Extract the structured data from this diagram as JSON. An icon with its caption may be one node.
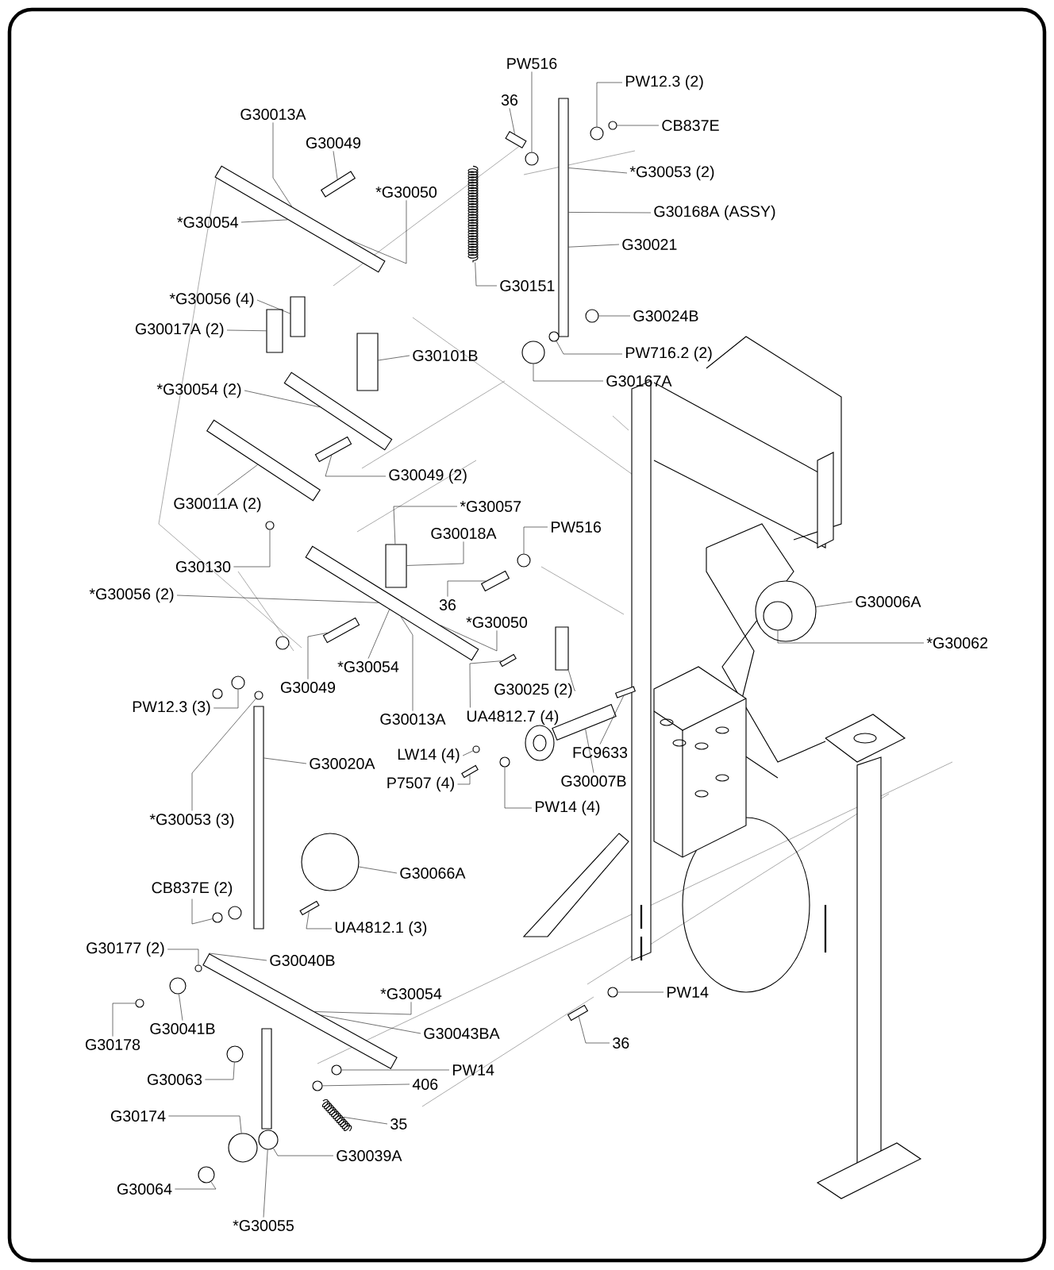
{
  "diagram": {
    "nodes": [
      {
        "text": [
          "PW516"
        ]
      },
      {
        "text": [
          "36"
        ]
      },
      {
        "text": [
          "PW12.3 (2)"
        ]
      },
      {
        "text": [
          "CB837E"
        ]
      },
      {
        "text": [
          "*G30053 (2)"
        ]
      },
      {
        "text": [
          "G30168A (ASSY)"
        ]
      },
      {
        "text": [
          "G30021"
        ]
      },
      {
        "text": [
          "G30151"
        ]
      },
      {
        "text": [
          "G30024B"
        ]
      },
      {
        "text": [
          "PW716.2 (2)"
        ]
      },
      {
        "text": [
          "G30167A"
        ]
      },
      {
        "text": [
          "G30013A"
        ]
      },
      {
        "text": [
          "G30049"
        ]
      },
      {
        "text": [
          "*G30050"
        ]
      },
      {
        "text": [
          "*G30054"
        ]
      },
      {
        "text": [
          "*G30056 (4)"
        ]
      },
      {
        "text": [
          "G30017A (2)"
        ]
      },
      {
        "text": [
          "G30101B"
        ]
      },
      {
        "text": [
          "*G30054 (2)"
        ]
      },
      {
        "text": [
          "G30049 (2)"
        ]
      },
      {
        "text": [
          "G30011A (2)"
        ]
      },
      {
        "text": [
          "*G30057"
        ]
      },
      {
        "text": [
          "G30018A"
        ]
      },
      {
        "text": [
          "G30130"
        ]
      },
      {
        "text": [
          "*G30056 (2)"
        ]
      },
      {
        "text": [
          "36"
        ]
      },
      {
        "text": [
          "PW516"
        ]
      },
      {
        "text": [
          "*G30050"
        ]
      },
      {
        "text": [
          "G30049"
        ]
      },
      {
        "text": [
          "*G30054"
        ]
      },
      {
        "text": [
          "G30013A"
        ]
      },
      {
        "text": [
          "G30025 (2)"
        ]
      },
      {
        "text": [
          "UA4812.7 (4)"
        ]
      },
      {
        "text": [
          "PW12.3 (3)"
        ]
      },
      {
        "text": [
          "G30020A"
        ]
      },
      {
        "text": [
          "*G30053 (3)"
        ]
      },
      {
        "text": [
          "LW14 (4)"
        ]
      },
      {
        "text": [
          "P7507 (4)"
        ]
      },
      {
        "text": [
          "FC9633"
        ]
      },
      {
        "text": [
          "G30007B"
        ]
      },
      {
        "text": [
          "PW14 (4)"
        ]
      },
      {
        "text": [
          "G30006A"
        ]
      },
      {
        "text": [
          "*G30062"
        ]
      },
      {
        "text": [
          "G30066A"
        ]
      },
      {
        "text": [
          "CB837E (2)"
        ]
      },
      {
        "text": [
          "UA4812.1 (3)"
        ]
      },
      {
        "text": [
          "G30177 (2)"
        ]
      },
      {
        "text": [
          "G30040B"
        ]
      },
      {
        "text": [
          "*G30054"
        ]
      },
      {
        "text": [
          "G30041B"
        ]
      },
      {
        "text": [
          "G30178"
        ]
      },
      {
        "text": [
          "G30043BA"
        ]
      },
      {
        "text": [
          "PW14"
        ]
      },
      {
        "text": [
          "406"
        ]
      },
      {
        "text": [
          "G30063"
        ]
      },
      {
        "text": [
          "G30174"
        ]
      },
      {
        "text": [
          "35"
        ]
      },
      {
        "text": [
          "G30039A"
        ]
      },
      {
        "text": [
          "G30064"
        ]
      },
      {
        "text": [
          "*G30055"
        ]
      },
      {
        "text": [
          "PW14"
        ]
      },
      {
        "text": [
          "36"
        ]
      },
      {
        "text": [],
        "shape": "circle"
      },
      {
        "text": [],
        "shape": "bar"
      },
      {
        "text": [],
        "shape": "circle"
      },
      {
        "text": [],
        "shape": "circle"
      },
      {
        "text": [],
        "shape": "bar"
      },
      {
        "text": [],
        "shape": "picture"
      },
      {
        "text": [],
        "shape": "circle"
      },
      {
        "text": [],
        "shape": "circle"
      },
      {
        "text": [],
        "shape": "circle"
      },
      {
        "text": [],
        "shape": "bar"
      },
      {
        "text": [],
        "shape": "bar"
      },
      {
        "text": [],
        "shape": "box"
      },
      {
        "text": [],
        "shape": "box"
      },
      {
        "text": [],
        "shape": "box"
      },
      {
        "text": [],
        "shape": "bar"
      },
      {
        "text": [],
        "shape": "bar"
      },
      {
        "text": [],
        "shape": "bar"
      },
      {
        "text": [],
        "shape": "box"
      },
      {
        "text": [],
        "shape": "circle"
      },
      {
        "text": [],
        "shape": "bar"
      },
      {
        "text": [],
        "shape": "bar"
      },
      {
        "text": [],
        "shape": "circle"
      },
      {
        "text": [],
        "shape": "bar"
      },
      {
        "text": [],
        "shape": "box"
      },
      {
        "text": [],
        "shape": "bar"
      },
      {
        "text": [],
        "shape": "circle"
      },
      {
        "text": [],
        "shape": "bar"
      },
      {
        "text": [],
        "shape": "circle"
      },
      {
        "text": [],
        "shape": "circle"
      },
      {
        "text": [],
        "shape": "bar"
      },
      {
        "text": [],
        "shape": "bar"
      },
      {
        "text": [],
        "shape": "bar"
      },
      {
        "text": [],
        "shape": "circle"
      },
      {
        "text": [],
        "shape": "circle"
      },
      {
        "text": [],
        "shape": "circle",
        "in": 95
      },
      {
        "text": [],
        "shape": "circle"
      },
      {
        "text": [],
        "shape": "circle"
      },
      {
        "text": [],
        "shape": "bar"
      },
      {
        "text": [],
        "shape": "circle"
      },
      {
        "text": [],
        "shape": "bar"
      },
      {
        "text": [],
        "shape": "circle"
      },
      {
        "text": [],
        "shape": "circle"
      },
      {
        "text": [],
        "shape": "circle"
      },
      {
        "text": [],
        "shape": "circle"
      },
      {
        "text": [],
        "shape": "circle"
      },
      {
        "text": [],
        "shape": "circle"
      },
      {
        "text": [],
        "shape": "picture"
      },
      {
        "text": [],
        "shape": "circle"
      },
      {
        "text": [],
        "shape": "circle"
      },
      {
        "text": [],
        "shape": "circle"
      },
      {
        "text": [],
        "shape": "bar"
      }
    ],
    "edges": [
      {
        "from": 0,
        "to": 62,
        "arrow": "none"
      },
      {
        "from": 1,
        "to": 63,
        "arrow": "none"
      },
      {
        "from": 2,
        "to": 64,
        "arrow": "none"
      },
      {
        "from": 3,
        "to": 65,
        "arrow": "none"
      },
      {
        "from": 4,
        "to": 66,
        "arrow": "none"
      },
      {
        "from": 5,
        "to": 66,
        "arrow": "none"
      },
      {
        "from": 6,
        "to": 66,
        "arrow": "none"
      },
      {
        "from": 7,
        "to": 67,
        "arrow": "none"
      },
      {
        "from": 8,
        "to": 68,
        "arrow": "none"
      },
      {
        "from": 9,
        "to": 69,
        "arrow": "none"
      },
      {
        "from": 10,
        "to": 70,
        "arrow": "none"
      },
      {
        "from": 11,
        "to": 71,
        "arrow": "none"
      },
      {
        "from": 12,
        "to": 72,
        "arrow": "none"
      },
      {
        "from": 13,
        "to": 71,
        "arrow": "none"
      },
      {
        "from": 14,
        "to": 71,
        "arrow": "none"
      },
      {
        "from": 15,
        "to": 73,
        "arrow": "none"
      },
      {
        "from": 16,
        "to": 74,
        "arrow": "none"
      },
      {
        "from": 17,
        "to": 75,
        "arrow": "none"
      },
      {
        "from": 18,
        "to": 76,
        "arrow": "none"
      },
      {
        "from": 19,
        "to": 77,
        "arrow": "none"
      },
      {
        "from": 20,
        "to": 78,
        "arrow": "none"
      },
      {
        "from": 21,
        "to": 79,
        "arrow": "none"
      },
      {
        "from": 22,
        "to": 79,
        "arrow": "none"
      },
      {
        "from": 23,
        "to": 80,
        "arrow": "none"
      },
      {
        "from": 24,
        "to": 81,
        "arrow": "none"
      },
      {
        "from": 25,
        "to": 82,
        "arrow": "none"
      },
      {
        "from": 26,
        "to": 83,
        "arrow": "none"
      },
      {
        "from": 27,
        "to": 81,
        "arrow": "none"
      },
      {
        "from": 28,
        "to": 84,
        "arrow": "none"
      },
      {
        "from": 29,
        "to": 81,
        "arrow": "none"
      },
      {
        "from": 30,
        "to": 81,
        "arrow": "none"
      },
      {
        "from": 31,
        "to": 85,
        "arrow": "none"
      },
      {
        "from": 32,
        "to": 86,
        "arrow": "none"
      },
      {
        "from": 33,
        "to": 87,
        "arrow": "none"
      },
      {
        "from": 34,
        "to": 88,
        "arrow": "none"
      },
      {
        "from": 35,
        "to": 89,
        "arrow": "none"
      },
      {
        "from": 36,
        "to": 90,
        "arrow": "none"
      },
      {
        "from": 37,
        "to": 91,
        "arrow": "none"
      },
      {
        "from": 38,
        "to": 93,
        "arrow": "none"
      },
      {
        "from": 39,
        "to": 92,
        "arrow": "none"
      },
      {
        "from": 40,
        "to": 94,
        "arrow": "none"
      },
      {
        "from": 41,
        "to": 95,
        "arrow": "none"
      },
      {
        "from": 42,
        "to": 96,
        "arrow": "none"
      },
      {
        "from": 43,
        "to": 97,
        "arrow": "none"
      },
      {
        "from": 44,
        "to": 98,
        "arrow": "none"
      },
      {
        "from": 45,
        "to": 99,
        "arrow": "none"
      },
      {
        "from": 46,
        "to": 100,
        "arrow": "none"
      },
      {
        "from": 47,
        "to": 101,
        "arrow": "none"
      },
      {
        "from": 48,
        "to": 101,
        "arrow": "none"
      },
      {
        "from": 49,
        "to": 102,
        "arrow": "none"
      },
      {
        "from": 50,
        "to": 103,
        "arrow": "none"
      },
      {
        "from": 51,
        "to": 101,
        "arrow": "none"
      },
      {
        "from": 52,
        "to": 104,
        "arrow": "none"
      },
      {
        "from": 53,
        "to": 105,
        "arrow": "none"
      },
      {
        "from": 54,
        "to": 106,
        "arrow": "none"
      },
      {
        "from": 55,
        "to": 107,
        "arrow": "none"
      },
      {
        "from": 56,
        "to": 108,
        "arrow": "none"
      },
      {
        "from": 57,
        "to": 109,
        "arrow": "none"
      },
      {
        "from": 58,
        "to": 110,
        "arrow": "none"
      },
      {
        "from": 59,
        "to": 109,
        "arrow": "none"
      },
      {
        "from": 60,
        "to": 111,
        "arrow": "none"
      },
      {
        "from": 61,
        "to": 112,
        "arrow": "none"
      }
    ]
  }
}
